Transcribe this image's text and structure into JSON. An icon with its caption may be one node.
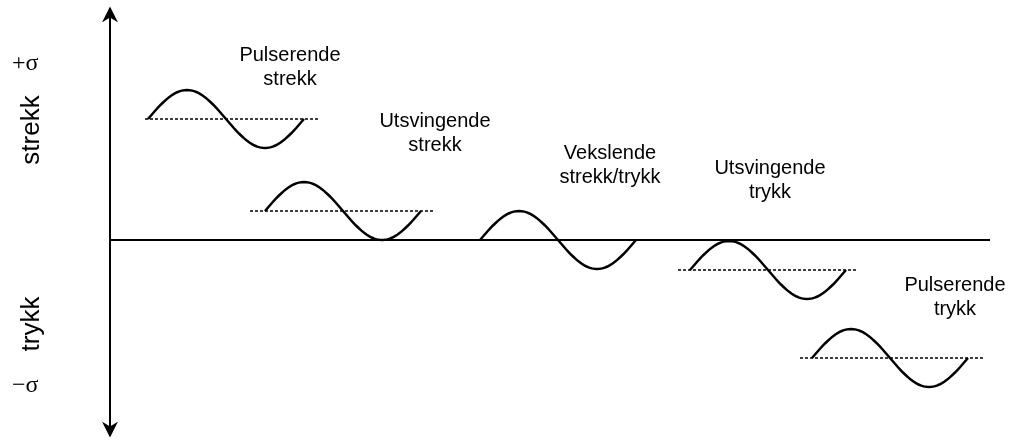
{
  "diagram": {
    "labels": [
      "+σ",
      "strekk",
      "trykk",
      "−σ",
      "Pulserende strekk",
      "Utsvingende strekk",
      "Vekslende strekk/trykk",
      "Utsvingende trykk",
      "Pulserende trykk"
    ]
  }
}
